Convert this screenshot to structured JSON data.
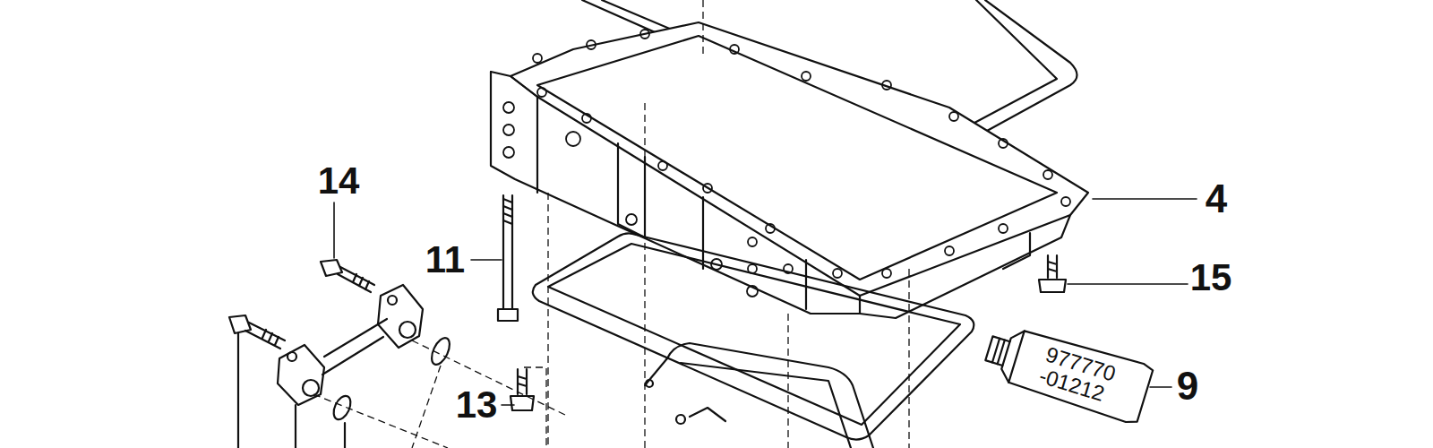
{
  "diagram": {
    "labels": [
      "14",
      "11",
      "4",
      "15",
      "13",
      "9",
      "977770 -01212"
    ]
  }
}
